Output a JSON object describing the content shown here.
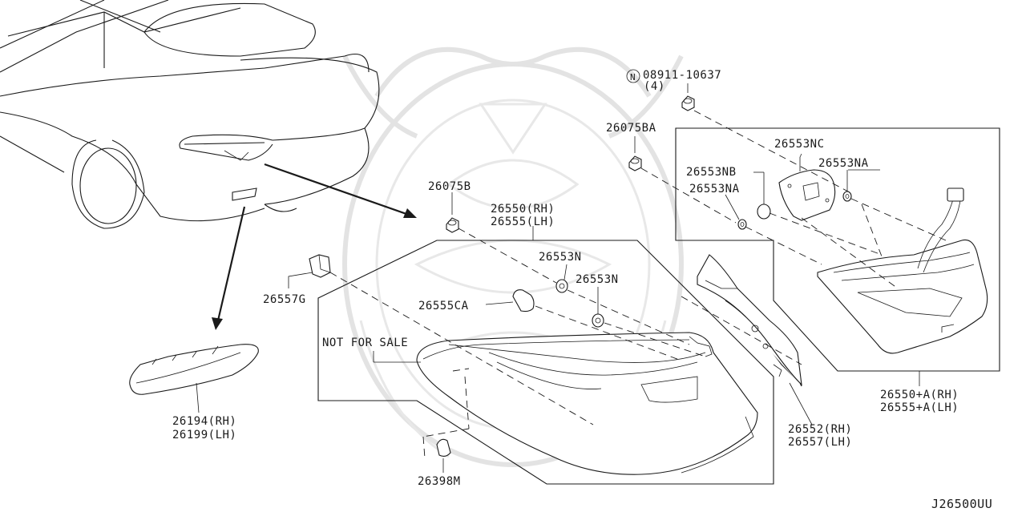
{
  "diagram_id": "J26500UU",
  "not_for_sale": "NOT FOR SALE",
  "callouts": {
    "screw_symbol": "N",
    "screw_part": "08911-10637",
    "screw_qty": "(4)",
    "nut_26075BA": "26075BA",
    "nut_26075B": "26075B",
    "bracket_26553NC": "26553NC",
    "seal_26553NB": "26553NB",
    "seal_26553NA_upper": "26553NA",
    "seal_26553NA_lower": "26553NA",
    "lamp_rh": "26550(RH)",
    "lamp_lh": "26555(LH)",
    "seal_26553N_a": "26553N",
    "seal_26553N_b": "26553N",
    "socket_26557G": "26557G",
    "bulb_26555CA": "26555CA",
    "reflector_rh": "26194(RH)",
    "reflector_lh": "26199(LH)",
    "socket_26398M": "26398M",
    "finisher_rh": "26552(RH)",
    "finisher_lh": "26557(LH)",
    "assy_rh": "26550+A(RH)",
    "assy_lh": "26555+A(LH)"
  },
  "colors": {
    "line": "#1a1a1a",
    "background": "#ffffff",
    "watermark": "#e3e3e3"
  }
}
